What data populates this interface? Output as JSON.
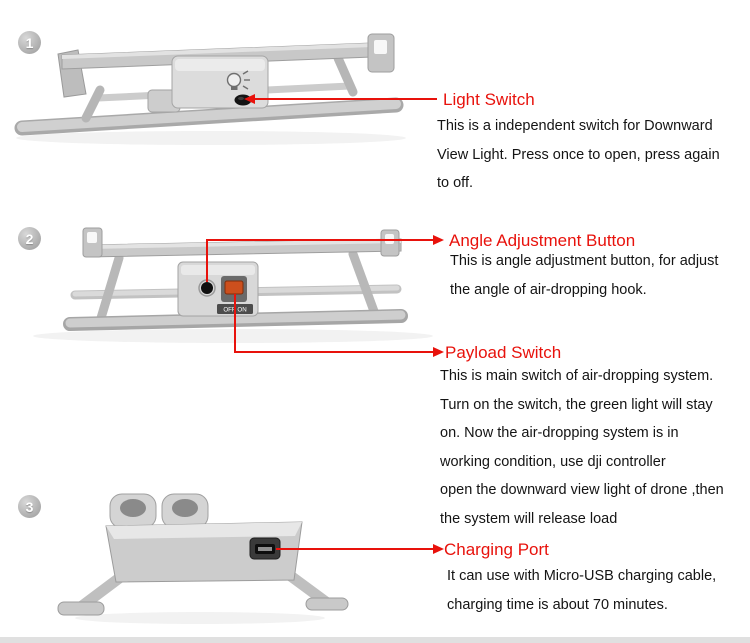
{
  "colors": {
    "accent": "#e8120c",
    "text": "#141414",
    "badge": "#9a9a9a",
    "device_gray": "#c9c9c9"
  },
  "icons": {
    "light_bulb_print": "circle-with-rays",
    "arrow_style": "red-callout-arrow"
  },
  "device": {
    "switch_label": "OFF ON"
  },
  "sections": [
    {
      "number": "1",
      "callouts": [
        {
          "label": "Light Switch",
          "description": "This is a independent switch for Downward\nView Light. Press once to open, press again\nto off."
        }
      ]
    },
    {
      "number": "2",
      "callouts": [
        {
          "label": "Angle Adjustment Button",
          "description": "This is angle adjustment button, for adjust\nthe angle of air-dropping hook."
        },
        {
          "label": "Payload Switch",
          "description": "This is main switch of air-dropping system.\nTurn on the switch, the green light will stay\non. Now the air-dropping system is in\nworking condition, use dji controller\nopen the downward view light of drone ,then\nthe system will release load"
        }
      ]
    },
    {
      "number": "3",
      "callouts": [
        {
          "label": "Charging Port",
          "description": "It can use with Micro-USB charging cable,\ncharging time is about 70 minutes."
        }
      ]
    }
  ]
}
